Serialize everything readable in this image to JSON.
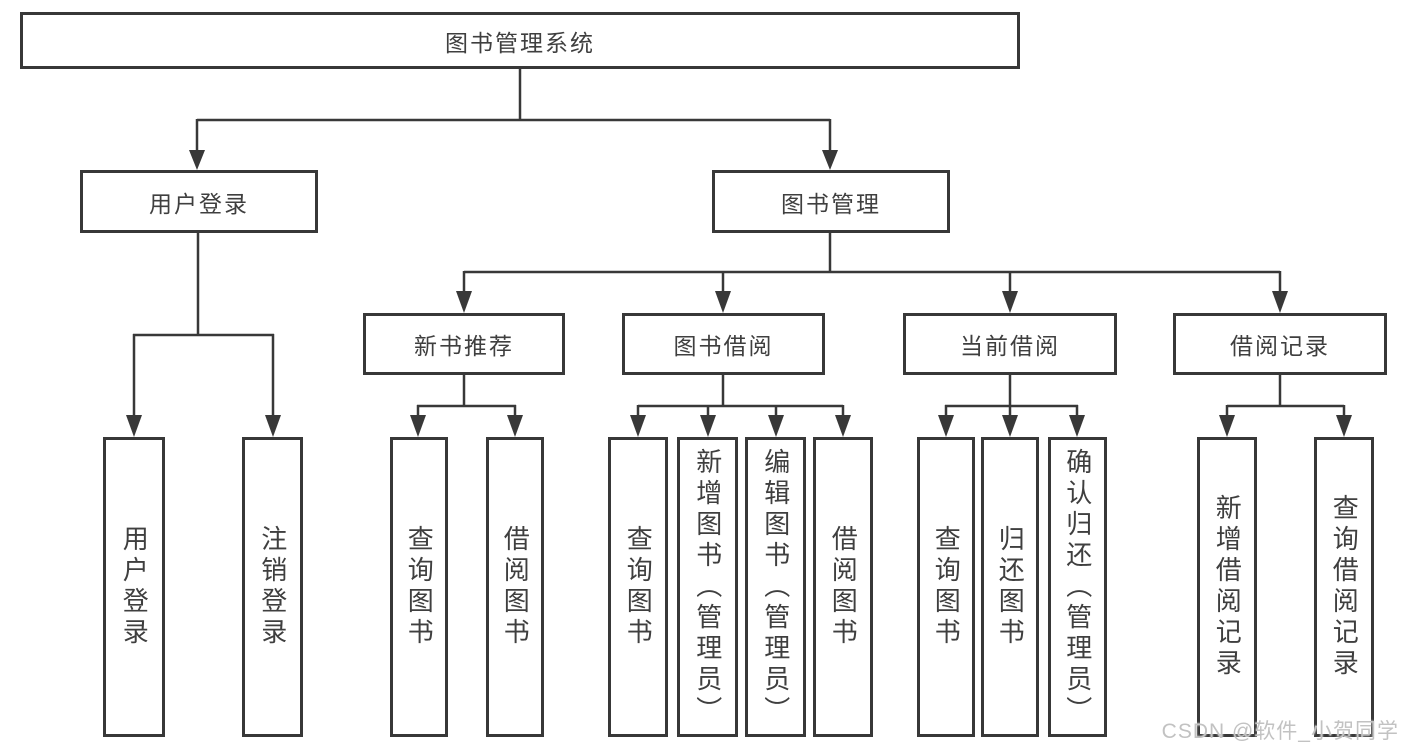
{
  "diagram": {
    "root": {
      "label": "图书管理系统"
    },
    "level2": {
      "user_login": {
        "label": "用户登录"
      },
      "book_mgmt": {
        "label": "图书管理"
      }
    },
    "level3": {
      "new_book_rec": {
        "label": "新书推荐"
      },
      "book_borrow": {
        "label": "图书借阅"
      },
      "current_borrow": {
        "label": "当前借阅"
      },
      "borrow_records": {
        "label": "借阅记录"
      }
    },
    "leaves": {
      "user_login": {
        "label": "用户登录"
      },
      "logout": {
        "label": "注销登录"
      },
      "rec_query_book": {
        "label": "查询图书"
      },
      "rec_borrow_book": {
        "label": "借阅图书"
      },
      "borrow_query_book": {
        "label": "查询图书"
      },
      "borrow_add_book": {
        "label": "新增图书（管理员）"
      },
      "borrow_edit_book": {
        "label": "编辑图书（管理员）"
      },
      "borrow_borrow_book": {
        "label": "借阅图书"
      },
      "current_query_book": {
        "label": "查询图书"
      },
      "current_return_book": {
        "label": "归还图书"
      },
      "current_confirm_return": {
        "label": "确认归还（管理员）"
      },
      "records_add_record": {
        "label": "新增借阅记录"
      },
      "records_query_record": {
        "label": "查询借阅记录"
      }
    }
  },
  "watermark": {
    "text": "CSDN @软件_小贺同学"
  },
  "colors": {
    "line": "#383838",
    "text": "#3f3f3f",
    "background": "#ffffff",
    "watermark": "#c2c2c2"
  }
}
